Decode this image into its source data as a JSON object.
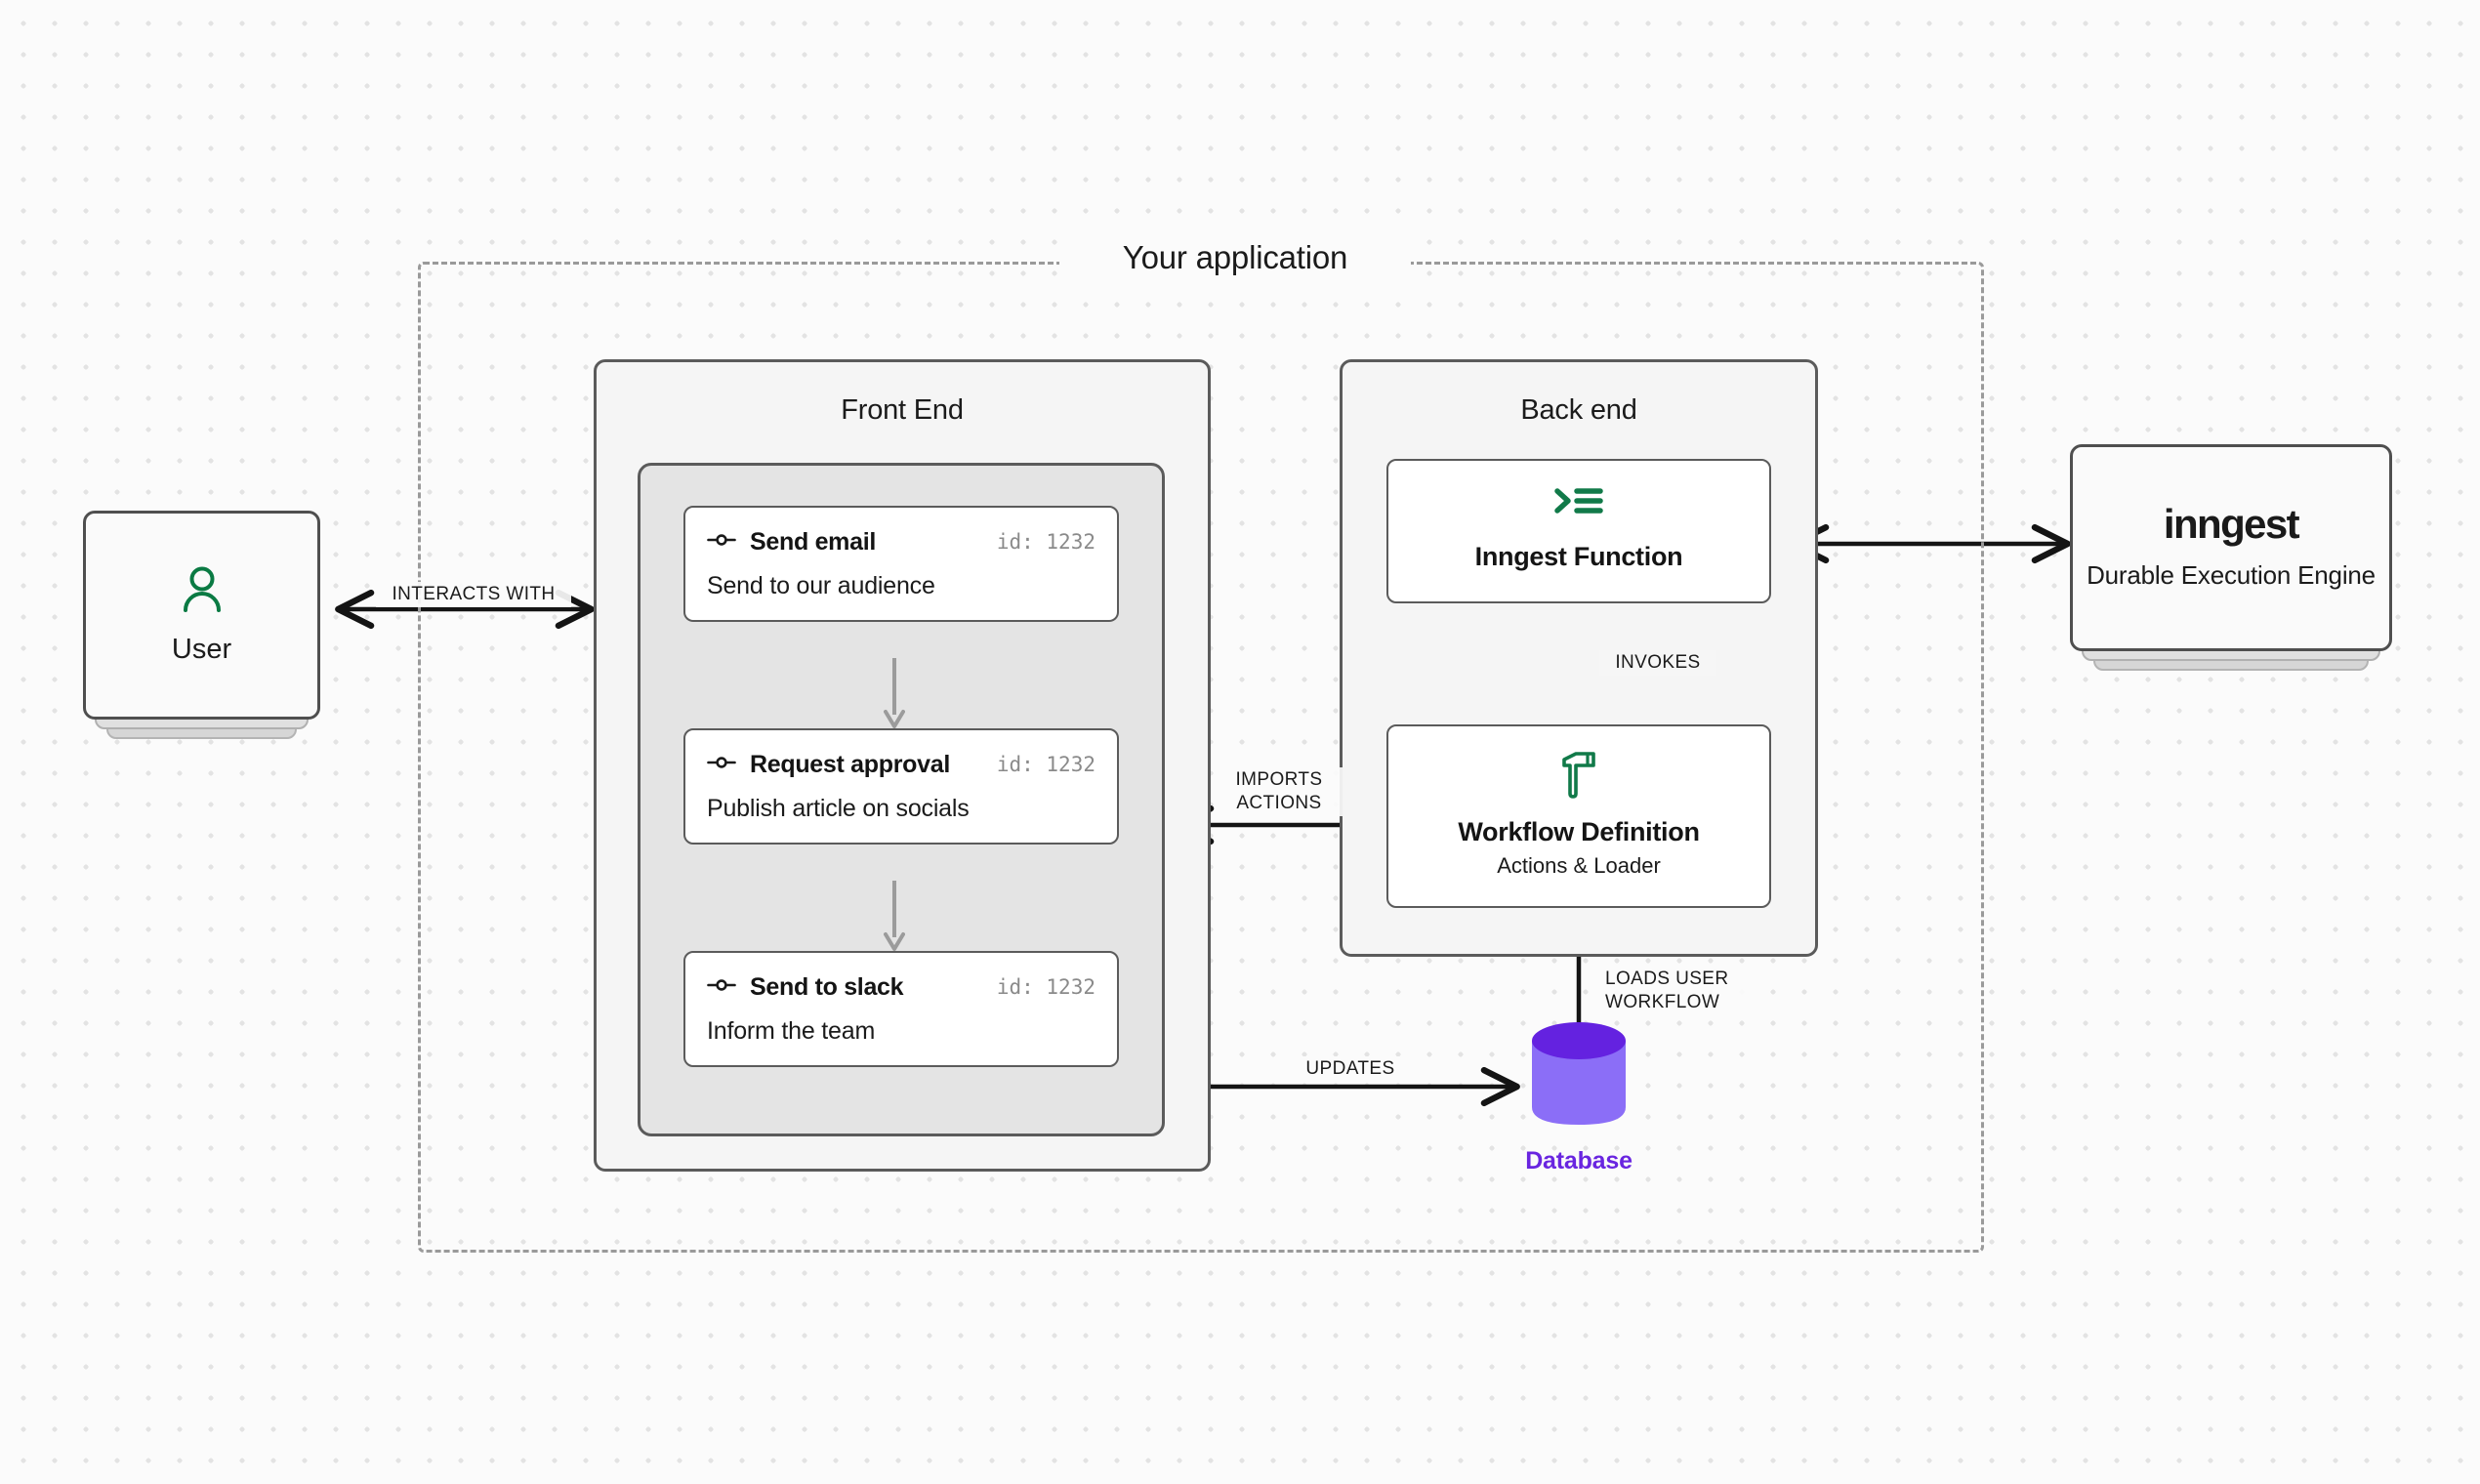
{
  "diagram": {
    "title": "Your application",
    "background": {
      "dot_color": "#e3e3e3",
      "page_color": "#fbfbfb"
    }
  },
  "nodes": {
    "user": {
      "label": "User",
      "icon": "user-icon",
      "icon_color": "#0a7a43"
    },
    "inngest": {
      "wordmark": "inngest",
      "subtitle": "Durable Execution\nEngine"
    },
    "database": {
      "label": "Database",
      "color_top": "#6422e0",
      "color_body": "#8b6ef7",
      "label_color": "#6925e0"
    }
  },
  "frontend": {
    "title": "Front End",
    "cards": [
      {
        "icon": "workflow-node-icon",
        "title": "Send email",
        "id": "id: 1232",
        "description": "Send to our audience"
      },
      {
        "icon": "workflow-node-icon",
        "title": "Request approval",
        "id": "id: 1232",
        "description": "Publish article on socials"
      },
      {
        "icon": "workflow-node-icon",
        "title": "Send to slack",
        "id": "id: 1232",
        "description": "Inform the team"
      }
    ]
  },
  "backend": {
    "title": "Back end",
    "boxes": [
      {
        "icon": "terminal-prompt-icon",
        "icon_color": "#117a49",
        "title": "Inngest Function",
        "subtitle": ""
      },
      {
        "icon": "hammer-icon",
        "icon_color": "#117a49",
        "title": "Workflow Definition",
        "subtitle": "Actions & Loader"
      }
    ]
  },
  "edges": [
    {
      "id": "interacts-with",
      "label": "INTERACTS WITH",
      "direction": "bidirectional",
      "from": "user",
      "to": "frontend"
    },
    {
      "id": "backend-inngest",
      "label": "",
      "direction": "bidirectional",
      "from": "backend",
      "to": "inngest"
    },
    {
      "id": "invokes",
      "label": "INVOKES",
      "direction": "down",
      "from": "inngest-function",
      "to": "workflow-definition"
    },
    {
      "id": "imports-actions",
      "label": "IMPORTS\nACTIONS",
      "direction": "left",
      "from": "workflow-definition",
      "to": "frontend"
    },
    {
      "id": "loads-workflow",
      "label": "LOADS USER\nWORKFLOW",
      "direction": "up",
      "from": "database",
      "to": "workflow-definition"
    },
    {
      "id": "updates",
      "label": "UPDATES",
      "direction": "right",
      "from": "frontend",
      "to": "database"
    }
  ]
}
